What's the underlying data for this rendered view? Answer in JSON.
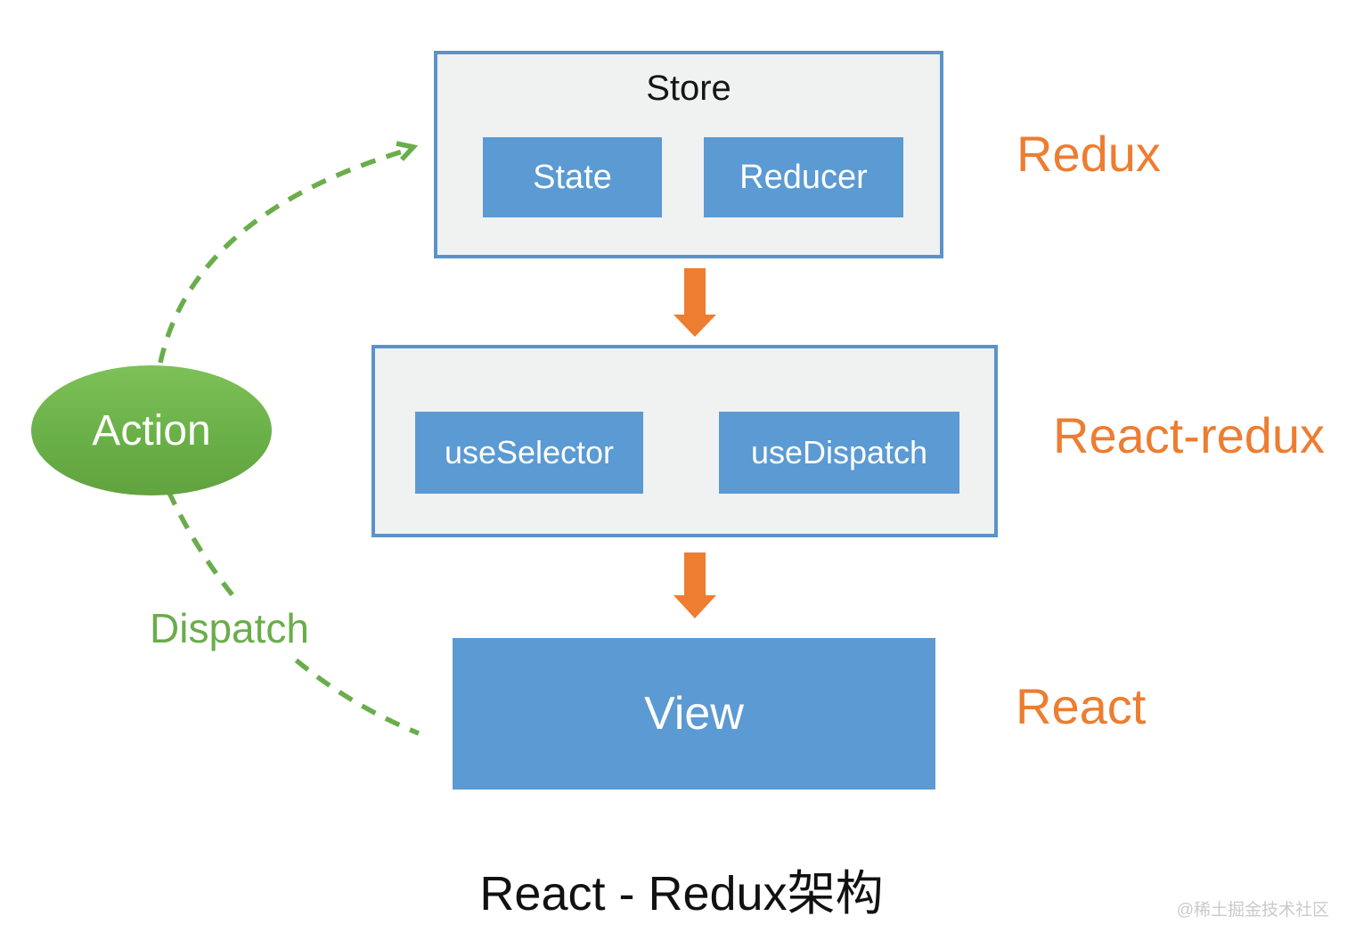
{
  "diagram": {
    "store_panel": {
      "title": "Store",
      "state_label": "State",
      "reducer_label": "Reducer"
    },
    "react_redux_panel": {
      "use_selector_label": "useSelector",
      "use_dispatch_label": "useDispatch"
    },
    "view_label": "View",
    "action_label": "Action",
    "dispatch_label": "Dispatch",
    "side_labels": {
      "redux": "Redux",
      "react_redux": "React-redux",
      "react": "React"
    },
    "title": "React - Redux架构",
    "watermark": "@稀土掘金技术社区"
  },
  "colors": {
    "node_blue": "#5b9ad2",
    "panel_border_blue": "#5b93c8",
    "panel_bg": "#f0f1f1",
    "accent_orange": "#ed7d31",
    "green": "#6aad4b",
    "green_gradient_top": "#7dc157",
    "green_gradient_bottom": "#61a33f",
    "title_color": "#111111",
    "watermark_gray": "#c9cac9"
  }
}
